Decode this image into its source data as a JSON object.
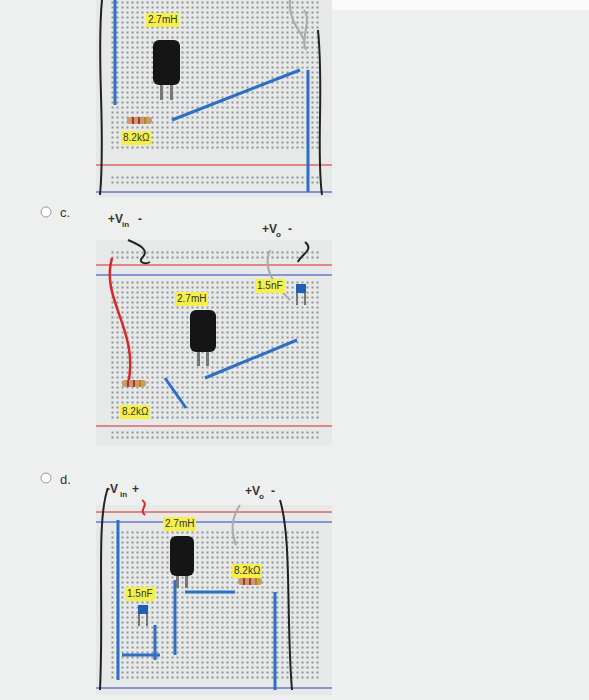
{
  "diagram": {
    "nodes": [
      {
        "text": [
          "2.7mH"
        ]
      },
      {
        "text": [
          "8.2kΩ"
        ]
      },
      {
        "text": [
          "1.5nF"
        ]
      },
      {
        "text": [
          "2.7mH"
        ]
      },
      {
        "text": [
          "8.2kΩ"
        ]
      },
      {
        "text": [
          "2.7mH"
        ]
      },
      {
        "text": [
          "1.5nF"
        ]
      },
      {
        "text": [
          "8.2kΩ"
        ]
      }
    ],
    "labels": [
      "c.",
      "+V",
      "in",
      "-",
      "+V",
      "o",
      "-",
      "d.",
      "-V",
      "in",
      "+",
      "+V",
      "o",
      "-"
    ]
  }
}
